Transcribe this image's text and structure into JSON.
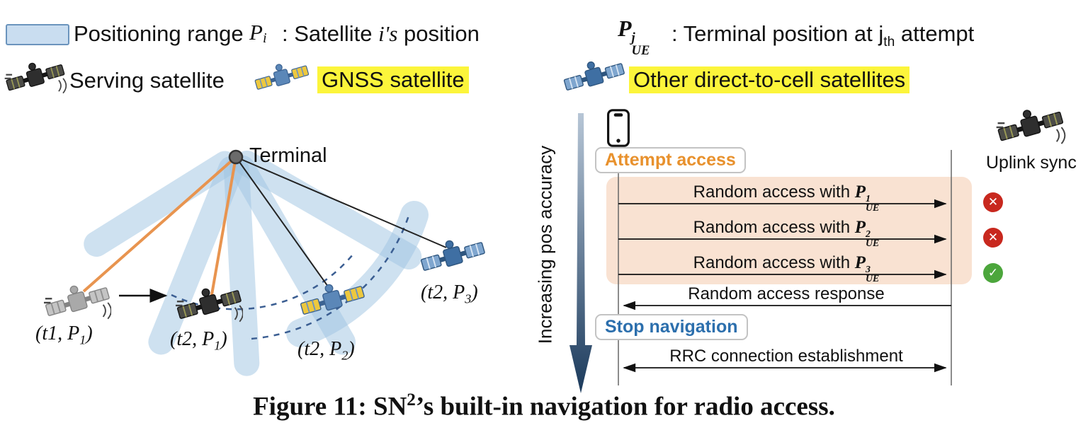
{
  "legend": {
    "positioning_range": "Positioning range",
    "p_i": {
      "base": "P",
      "sub": "i"
    },
    "p_i_desc": {
      "pre": ": Satellite ",
      "it": "i's",
      "post": " position"
    },
    "p_ue": {
      "base": "P",
      "sup": "j",
      "sub": "UE"
    },
    "p_ue_desc": {
      "pre": ": Terminal position at j",
      "sub": "th",
      "post": " attempt"
    },
    "serving": "Serving satellite",
    "gnss": "GNSS satellite",
    "other": "Other direct-to-cell satellites"
  },
  "diagram": {
    "terminal": "Terminal",
    "sat1": {
      "pre": "(t1, P",
      "sub": "1",
      "post": ")"
    },
    "sat2": {
      "pre": "(t2, P",
      "sub": "1",
      "post": ")"
    },
    "sat3": {
      "pre": "(t2, P",
      "sub": "2",
      "post": ")"
    },
    "sat4": {
      "pre": "(t2, P",
      "sub": "3",
      "post": ")"
    }
  },
  "sequence": {
    "axis_label": "Increasing pos accuracy",
    "attempt_access": "Attempt access",
    "uplink_sync": "Uplink sync",
    "messages": [
      {
        "pre": "Random access with ",
        "base": "P",
        "sup": "1",
        "sub": "UE",
        "status": "fail"
      },
      {
        "pre": "Random access with ",
        "base": "P",
        "sup": "2",
        "sub": "UE",
        "status": "fail"
      },
      {
        "pre": "Random access with ",
        "base": "P",
        "sup": "3",
        "sub": "UE",
        "status": "success"
      }
    ],
    "response": "Random access response",
    "stop_navigation": "Stop navigation",
    "rrc": "RRC connection establishment"
  },
  "icons": {
    "fail_glyph": "✕",
    "success_glyph": "✓"
  },
  "caption": {
    "pre": "Figure 11: SN",
    "sup": "2",
    "post": "’s built-in navigation for radio access."
  },
  "colors": {
    "beam": "#9ec4e2",
    "beam_border": "#6b94bd",
    "highlight_yellow": "#fcf53b",
    "orange_line": "#e8944f",
    "attempt_orange": "#e8912d",
    "stop_blue": "#2c6fad",
    "panel_peach": "#f9e2d2",
    "fail_red": "#c8281e",
    "success_green": "#4ca63c",
    "dashed_arc_blue": "#3b5e92",
    "arrow_gradient_top": "#b7c6d6",
    "arrow_gradient_bottom": "#1b3a5c"
  }
}
